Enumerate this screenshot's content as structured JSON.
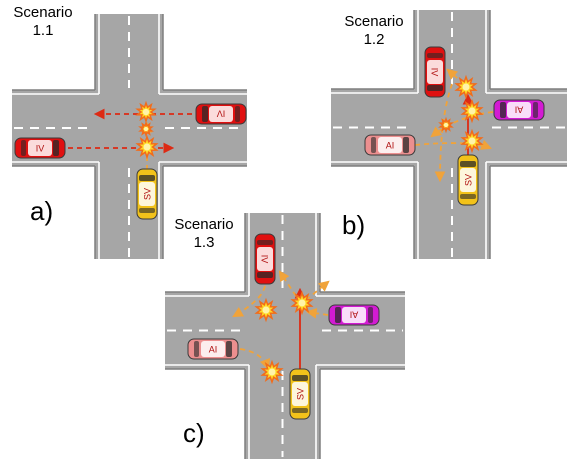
{
  "colors": {
    "road": "#a6a6a6",
    "road_edge": "#7f7f7f",
    "lane_white": "#ffffff",
    "red_car": "#e01010",
    "pink_car": "#ec8f8f",
    "magenta_car": "#d31bd3",
    "yellow_car": "#f2c21a",
    "red_arrow": "#dd2a14",
    "orange_arrow": "#f0a33a",
    "explosion": "#ffdb26",
    "explosion_rim": "#f26c1a"
  },
  "panels": [
    {
      "id": "a",
      "scenario_title": "Scenario",
      "scenario_number": "1.1",
      "panel_letter": "a)",
      "cars": [
        {
          "role": "IV",
          "label": "IV",
          "color_key": "red_car",
          "heading": "west"
        },
        {
          "role": "IV",
          "label": "IV",
          "color_key": "red_car",
          "heading": "east"
        },
        {
          "role": "SV",
          "label": "SV",
          "color_key": "yellow_car",
          "heading": "north"
        }
      ],
      "conflict_markers": 3
    },
    {
      "id": "b",
      "scenario_title": "Scenario",
      "scenario_number": "1.2",
      "panel_letter": "b)",
      "cars": [
        {
          "role": "IV",
          "label": "IV",
          "color_key": "red_car",
          "heading": "south"
        },
        {
          "role": "AI",
          "label": "AI",
          "color_key": "magenta_car",
          "heading": "west"
        },
        {
          "role": "AI",
          "label": "AI",
          "color_key": "pink_car",
          "heading": "east"
        },
        {
          "role": "SV",
          "label": "SV",
          "color_key": "yellow_car",
          "heading": "north"
        }
      ],
      "conflict_markers": 4
    },
    {
      "id": "c",
      "scenario_title": "Scenario",
      "scenario_number": "1.3",
      "panel_letter": "c)",
      "cars": [
        {
          "role": "IV",
          "label": "IV",
          "color_key": "red_car",
          "heading": "south"
        },
        {
          "role": "AI",
          "label": "AI",
          "color_key": "magenta_car",
          "heading": "west"
        },
        {
          "role": "AI",
          "label": "AI",
          "color_key": "pink_car",
          "heading": "east"
        },
        {
          "role": "SV",
          "label": "SV",
          "color_key": "yellow_car",
          "heading": "north"
        }
      ],
      "conflict_markers": 3
    }
  ]
}
